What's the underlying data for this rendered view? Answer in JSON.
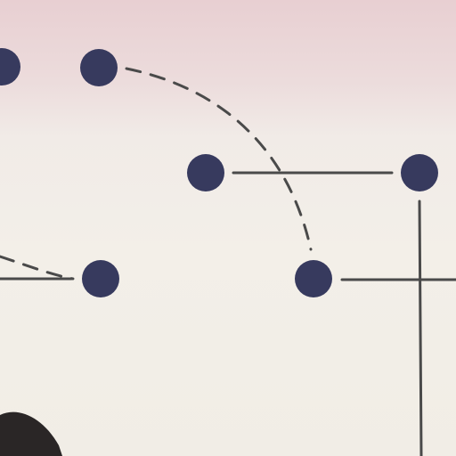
{
  "diagram": {
    "node_color": "#373a5e",
    "edge_color": "#4a4a4a",
    "nodes": [
      {
        "id": "n1"
      },
      {
        "id": "n2"
      },
      {
        "id": "n3"
      },
      {
        "id": "n4"
      },
      {
        "id": "n5"
      },
      {
        "id": "n6"
      },
      {
        "id": "n7"
      }
    ],
    "edges": [
      {
        "id": "e1",
        "style": "dashed"
      },
      {
        "id": "e2",
        "style": "solid"
      },
      {
        "id": "e3",
        "style": "solid"
      },
      {
        "id": "e4",
        "style": "dashed"
      },
      {
        "id": "e5",
        "style": "solid"
      },
      {
        "id": "e6",
        "style": "solid"
      }
    ]
  }
}
